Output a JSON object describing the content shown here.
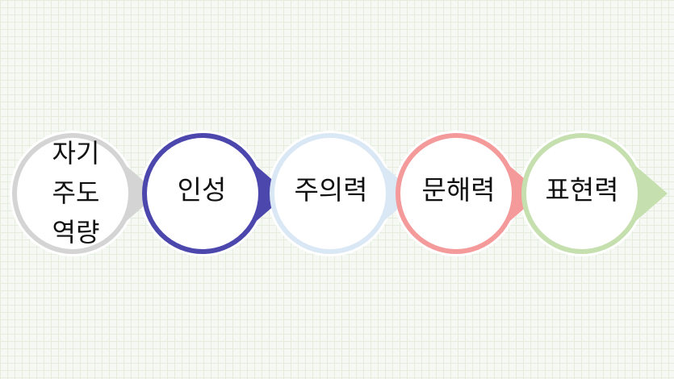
{
  "diagram": {
    "nodes": [
      {
        "lines": [
          "자기",
          "주도",
          "역량"
        ],
        "ring_color": "#d4d4d4",
        "arrow_color": "#d4d4d4"
      },
      {
        "lines": [
          "인성"
        ],
        "ring_color": "#4b47ad",
        "arrow_color": "#4b47ad"
      },
      {
        "lines": [
          "주의력"
        ],
        "ring_color": "#dae7f5",
        "arrow_color": "#dae7f5"
      },
      {
        "lines": [
          "문해력"
        ],
        "ring_color": "#f49a9a",
        "arrow_color": "#f49a9a"
      },
      {
        "lines": [
          "표현력"
        ],
        "ring_color": "#c5dfae",
        "arrow_color": "#c5dfae"
      }
    ]
  }
}
